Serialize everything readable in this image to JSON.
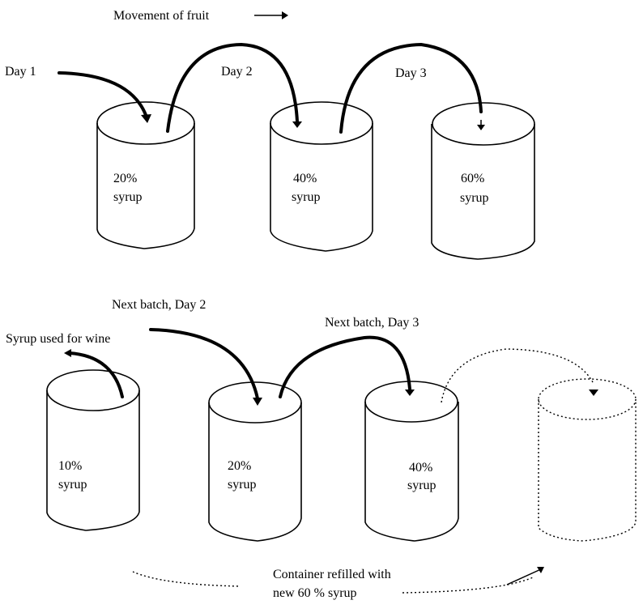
{
  "legend": {
    "label": "Movement of fruit",
    "arrow_icon": "right-arrow"
  },
  "top_row": {
    "day_labels": [
      "Day 1",
      "Day 2",
      "Day 3"
    ],
    "containers": [
      {
        "concentration": "20%",
        "unit": "syrup"
      },
      {
        "concentration": "40%",
        "unit": "syrup"
      },
      {
        "concentration": "60%",
        "unit": "syrup"
      }
    ]
  },
  "bottom_row": {
    "labels": {
      "syrup_out": "Syrup used for wine",
      "next_day2": "Next batch, Day 2",
      "next_day3": "Next batch, Day 3"
    },
    "containers": [
      {
        "concentration": "10%",
        "unit": "syrup"
      },
      {
        "concentration": "20%",
        "unit": "syrup"
      },
      {
        "concentration": "40%",
        "unit": "syrup"
      },
      {
        "concentration": "",
        "unit": "",
        "style": "dotted"
      }
    ],
    "refill_note": {
      "line1": "Container refilled with",
      "line2": "new 60 % syrup"
    }
  }
}
